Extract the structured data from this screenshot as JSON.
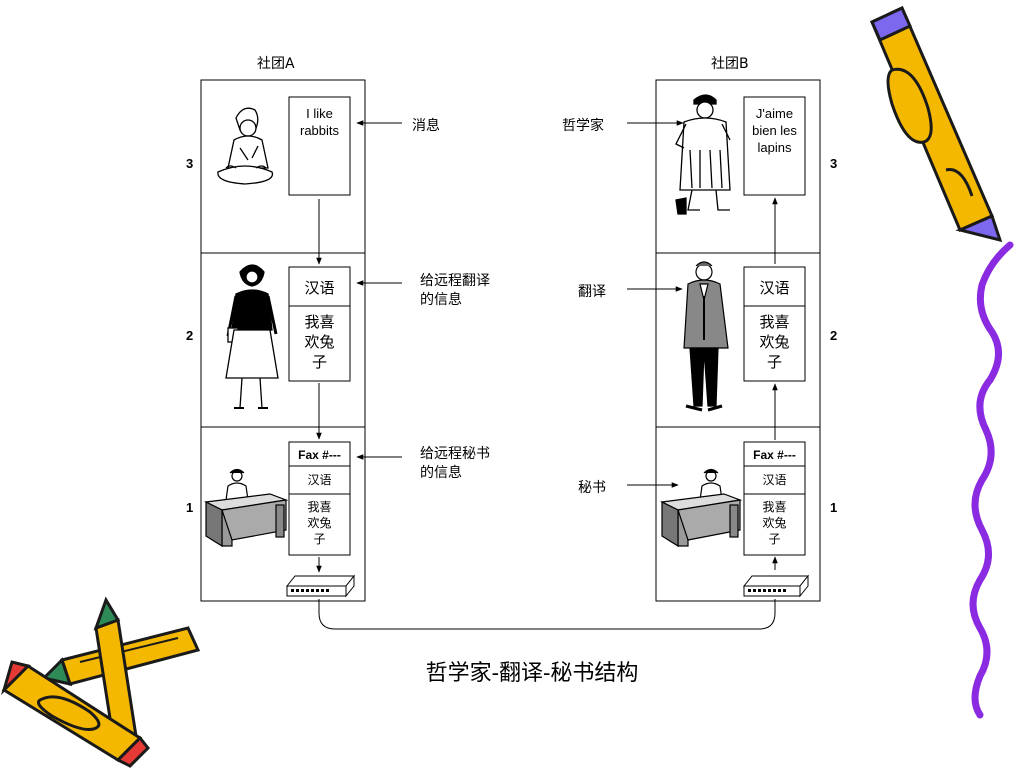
{
  "title_a": "社团A",
  "title_b": "社团B",
  "layer_numbers": [
    "3",
    "2",
    "1"
  ],
  "left_side": {
    "message_en": "I like rabbits",
    "chinese_header": "汉语",
    "chinese_text": "我喜欢兔子",
    "fax_label": "Fax #---"
  },
  "right_side": {
    "message_fr": "J'aime bien les lapins",
    "chinese_header": "汉语",
    "chinese_text": "我喜欢兔子",
    "fax_label": "Fax #---"
  },
  "middle_labels": {
    "message": "消息",
    "remote_translator_info": "给远程翻译的信息",
    "remote_secretary_info": "给远程秘书的信息"
  },
  "right_labels": {
    "philosopher": "哲学家",
    "translator": "翻译",
    "secretary": "秘书"
  },
  "caption": "哲学家-翻译-秘书结构",
  "colors": {
    "pencil_yellow": "#F5B800",
    "pencil_outline": "#1a1a1a",
    "wave_purple": "#8A2BE2"
  }
}
